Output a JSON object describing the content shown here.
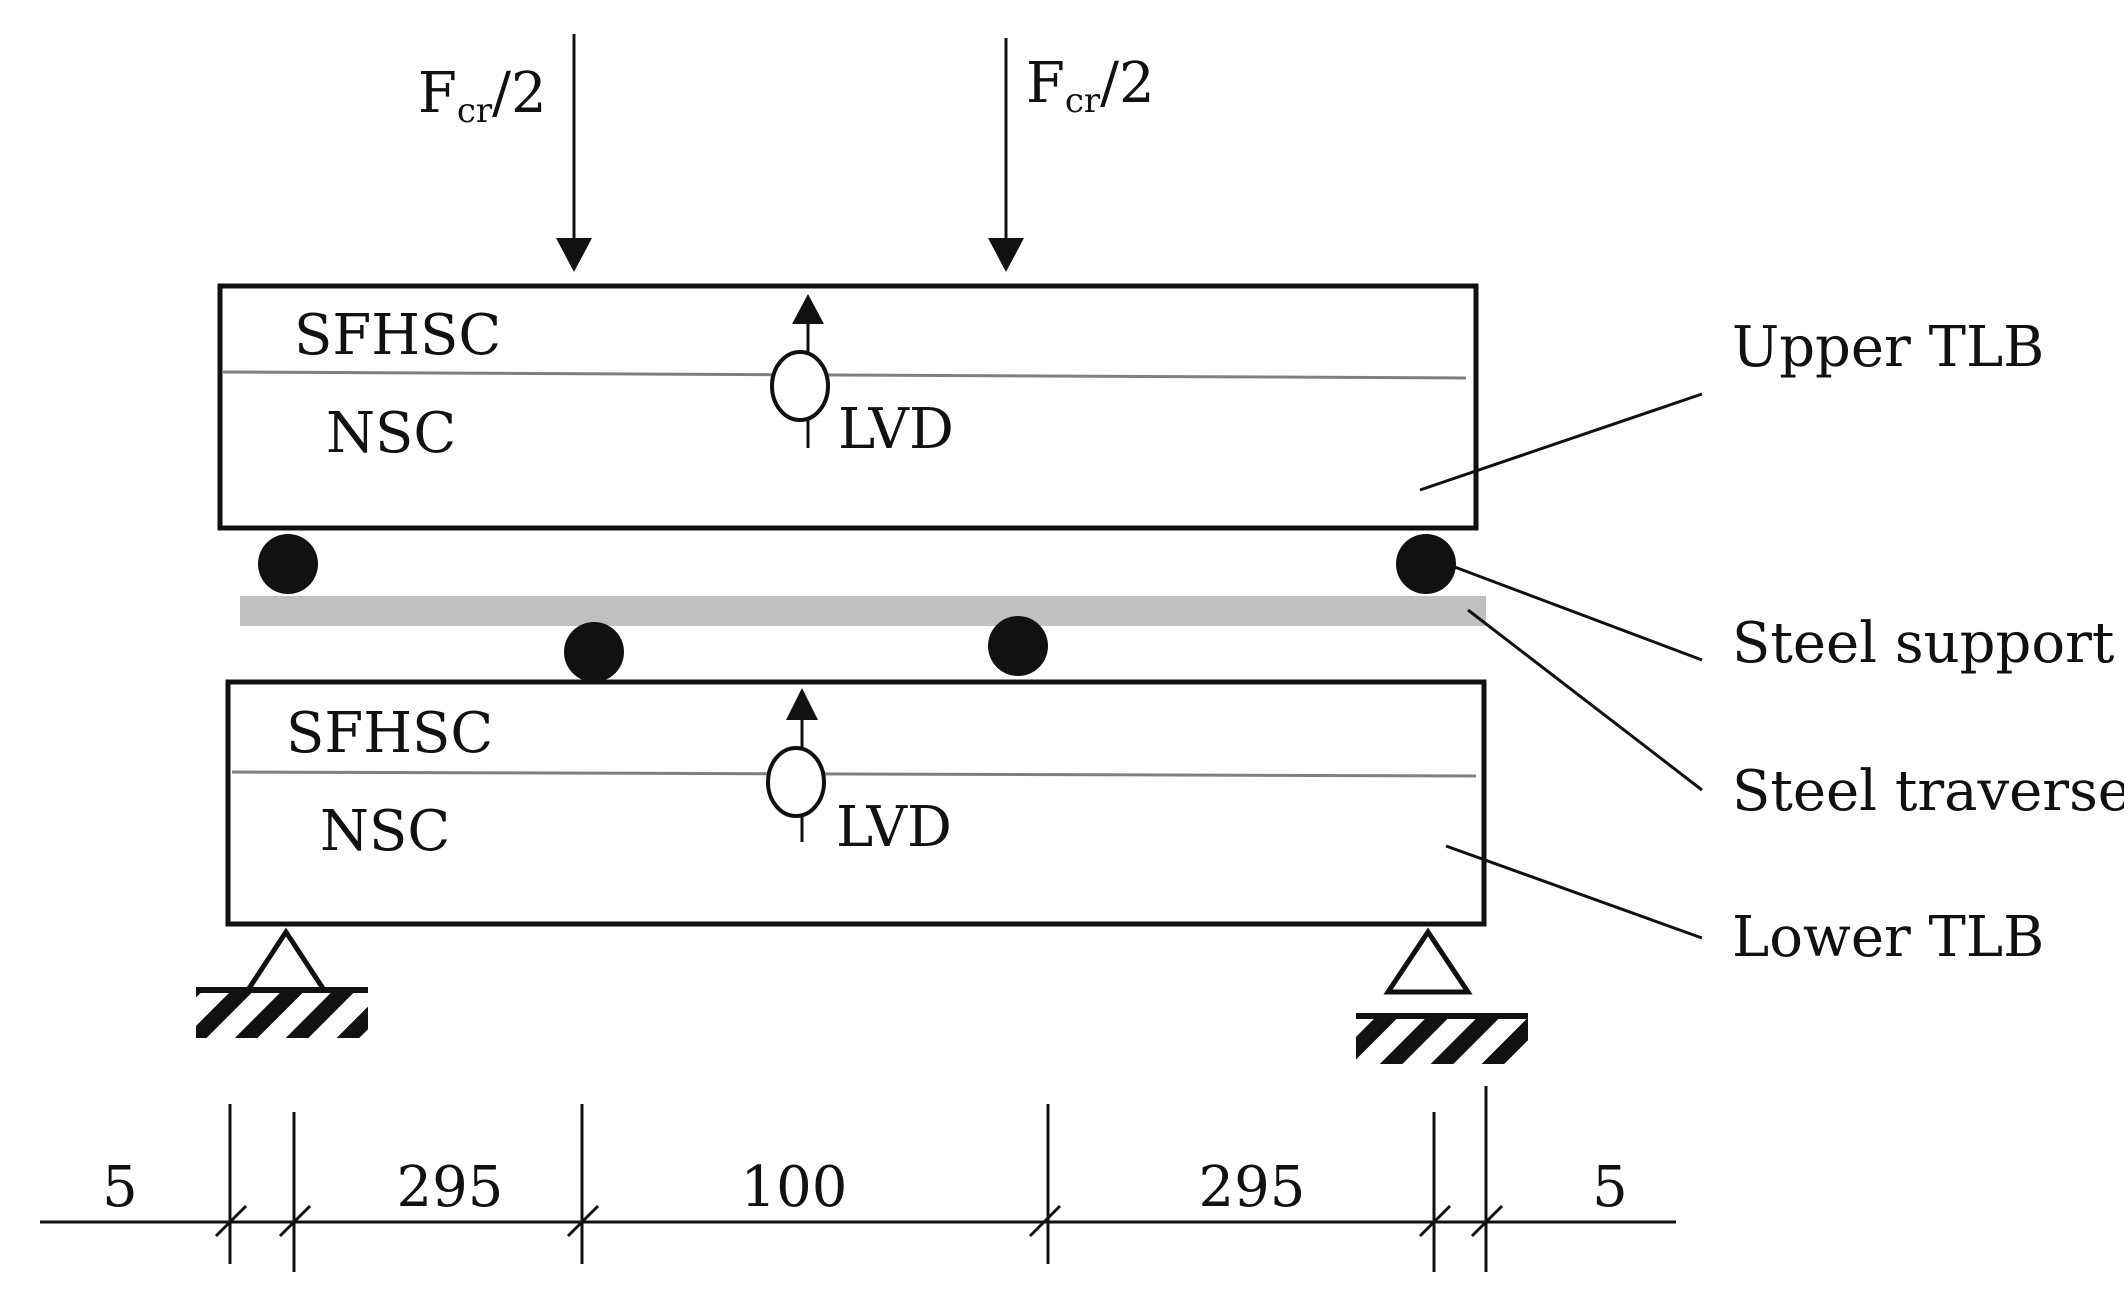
{
  "loads": {
    "left": {
      "main": "F",
      "sub": "cr",
      "tail": "/2"
    },
    "right": {
      "main": "F",
      "sub": "cr",
      "tail": "/2"
    }
  },
  "upper_beam": {
    "top_layer": "SFHSC",
    "bottom_layer": "NSC",
    "sensor": "LVD"
  },
  "lower_beam": {
    "top_layer": "SFHSC",
    "bottom_layer": "NSC",
    "sensor": "LVD"
  },
  "callouts": {
    "upper_tlb": "Upper TLB",
    "steel_support": "Steel support",
    "steel_traverse": "Steel traverse",
    "lower_tlb": "Lower TLB"
  },
  "dimensions": [
    "5",
    "295",
    "100",
    "295",
    "5"
  ],
  "colors": {
    "line": "#111111",
    "traverse": "#c0c0c0",
    "layer_line": "#808080"
  }
}
